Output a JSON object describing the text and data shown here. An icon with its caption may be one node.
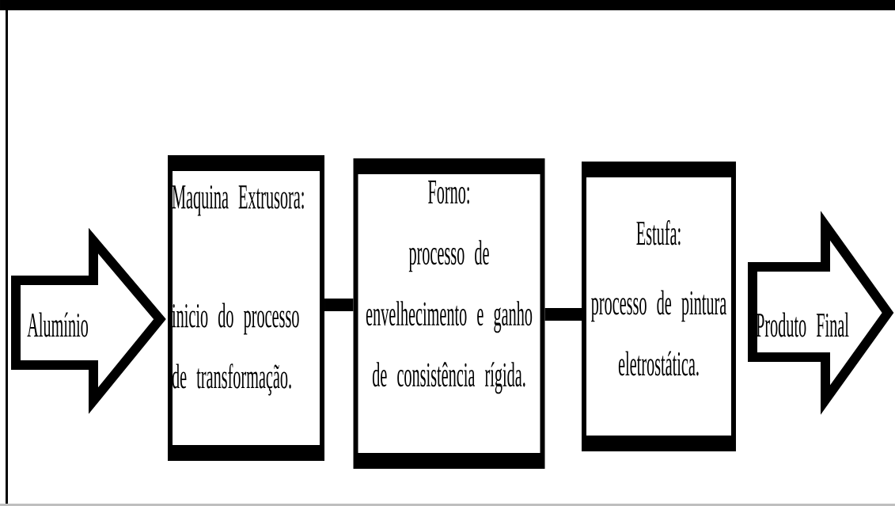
{
  "diagram": {
    "nodes": [
      {
        "text": [
          "Alumínio"
        ]
      },
      {
        "text": [
          "Maquina Extrusora:",
          "inicio do processo de transformação."
        ]
      },
      {
        "text": [
          "Forno:",
          "processo de envelhecimento e ganho de consistência rígida."
        ]
      },
      {
        "text": [
          "Estufa:",
          "processo de pintura eletrostática."
        ]
      },
      {
        "text": [
          "Produto Final"
        ]
      }
    ],
    "edges": [
      {
        "from": 1,
        "to": 2,
        "arrow": "none"
      },
      {
        "from": 2,
        "to": 3,
        "arrow": "none"
      }
    ]
  }
}
